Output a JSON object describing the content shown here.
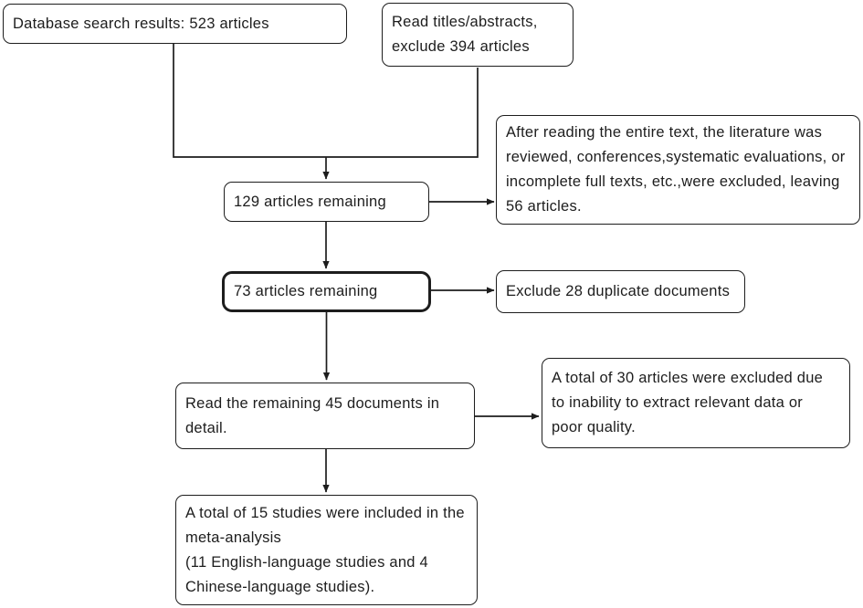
{
  "colors": {
    "line": "#1d1d1d",
    "text": "#1d1d1d",
    "background": "#ffffff"
  },
  "flowchart": {
    "nodes": {
      "database_search": {
        "text": "Database search results: 523 articles"
      },
      "read_titles_abstracts": {
        "text": "Read titles/abstracts,\nexclude 394 articles"
      },
      "fulltext_review_excluded": {
        "text": "After reading the entire text, the literature was reviewed, conferences,systematic evaluations, or incomplete full texts, etc.,were excluded, leaving 56 articles."
      },
      "remaining_129": {
        "text": "129 articles remaining"
      },
      "remaining_73": {
        "text": "73 articles remaining"
      },
      "exclude_duplicates": {
        "text": "Exclude 28 duplicate documents"
      },
      "read_45_detail": {
        "text": "Read the remaining 45 documents in detail."
      },
      "excluded_30": {
        "text": "A total of 30 articles were excluded due to inability to extract relevant data or poor quality."
      },
      "included_15": {
        "text": "A total of 15 studies were included in the meta-analysis\n(11 English-language studies and 4 Chinese-language studies)."
      }
    },
    "edges": [
      {
        "from": "database_search",
        "to": "remaining_129"
      },
      {
        "from": "read_titles_abstracts",
        "to": "remaining_129"
      },
      {
        "from": "remaining_129",
        "to": "fulltext_review_excluded"
      },
      {
        "from": "remaining_129",
        "to": "remaining_73"
      },
      {
        "from": "remaining_73",
        "to": "exclude_duplicates"
      },
      {
        "from": "remaining_73",
        "to": "read_45_detail"
      },
      {
        "from": "read_45_detail",
        "to": "excluded_30"
      },
      {
        "from": "read_45_detail",
        "to": "included_15"
      }
    ]
  }
}
